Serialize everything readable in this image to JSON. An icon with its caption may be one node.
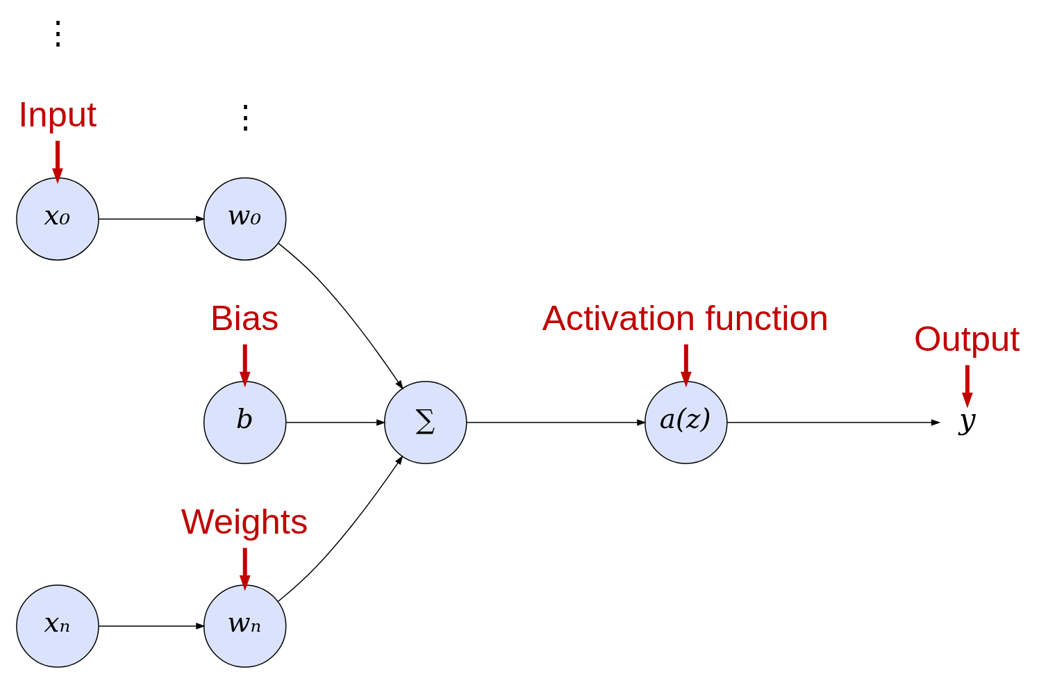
{
  "diagram": {
    "nodes": [
      {
        "text": [
          "Input"
        ]
      },
      {
        "text": [
          "Bias"
        ]
      },
      {
        "text": [
          "b"
        ]
      },
      {
        "text": [
          "Output"
        ]
      },
      {
        "text": [
          "x₀"
        ]
      },
      {
        "text": [
          "w₀"
        ]
      },
      {
        "text": [
          "∑"
        ]
      },
      {
        "text": [
          "a(z)"
        ]
      },
      {
        "text": [
          "y"
        ]
      },
      {
        "text": [
          "xₙ"
        ]
      },
      {
        "text": [
          "wₙ"
        ]
      },
      {
        "text": [
          "Activation function"
        ]
      },
      {
        "text": [
          "Weights"
        ]
      }
    ],
    "edges": [
      {
        "from": 0,
        "to": 4,
        "arrow": "to",
        "style": "thick",
        "color": "#c00000"
      },
      {
        "from": 1,
        "to": 2,
        "arrow": "to",
        "style": "thick",
        "color": "#c00000"
      },
      {
        "from": 3,
        "to": 8,
        "arrow": "to",
        "style": "thick",
        "color": "#c00000"
      },
      {
        "from": 4,
        "to": 5,
        "arrow": "to"
      },
      {
        "from": 9,
        "to": 10,
        "arrow": "to"
      },
      {
        "from": 2,
        "to": 6,
        "arrow": "to"
      },
      {
        "from": 5,
        "to": 6,
        "arrow": "to"
      },
      {
        "from": 10,
        "to": 6,
        "arrow": "to"
      },
      {
        "from": 6,
        "to": 7,
        "arrow": "to"
      },
      {
        "from": 7,
        "to": 8,
        "arrow": "to"
      },
      {
        "from": 11,
        "to": 7,
        "arrow": "to",
        "style": "thick",
        "color": "#c00000"
      },
      {
        "from": 12,
        "to": 10,
        "arrow": "to",
        "style": "thick",
        "color": "#c00000"
      }
    ],
    "labels": [
      "⋮",
      "⋮"
    ]
  }
}
